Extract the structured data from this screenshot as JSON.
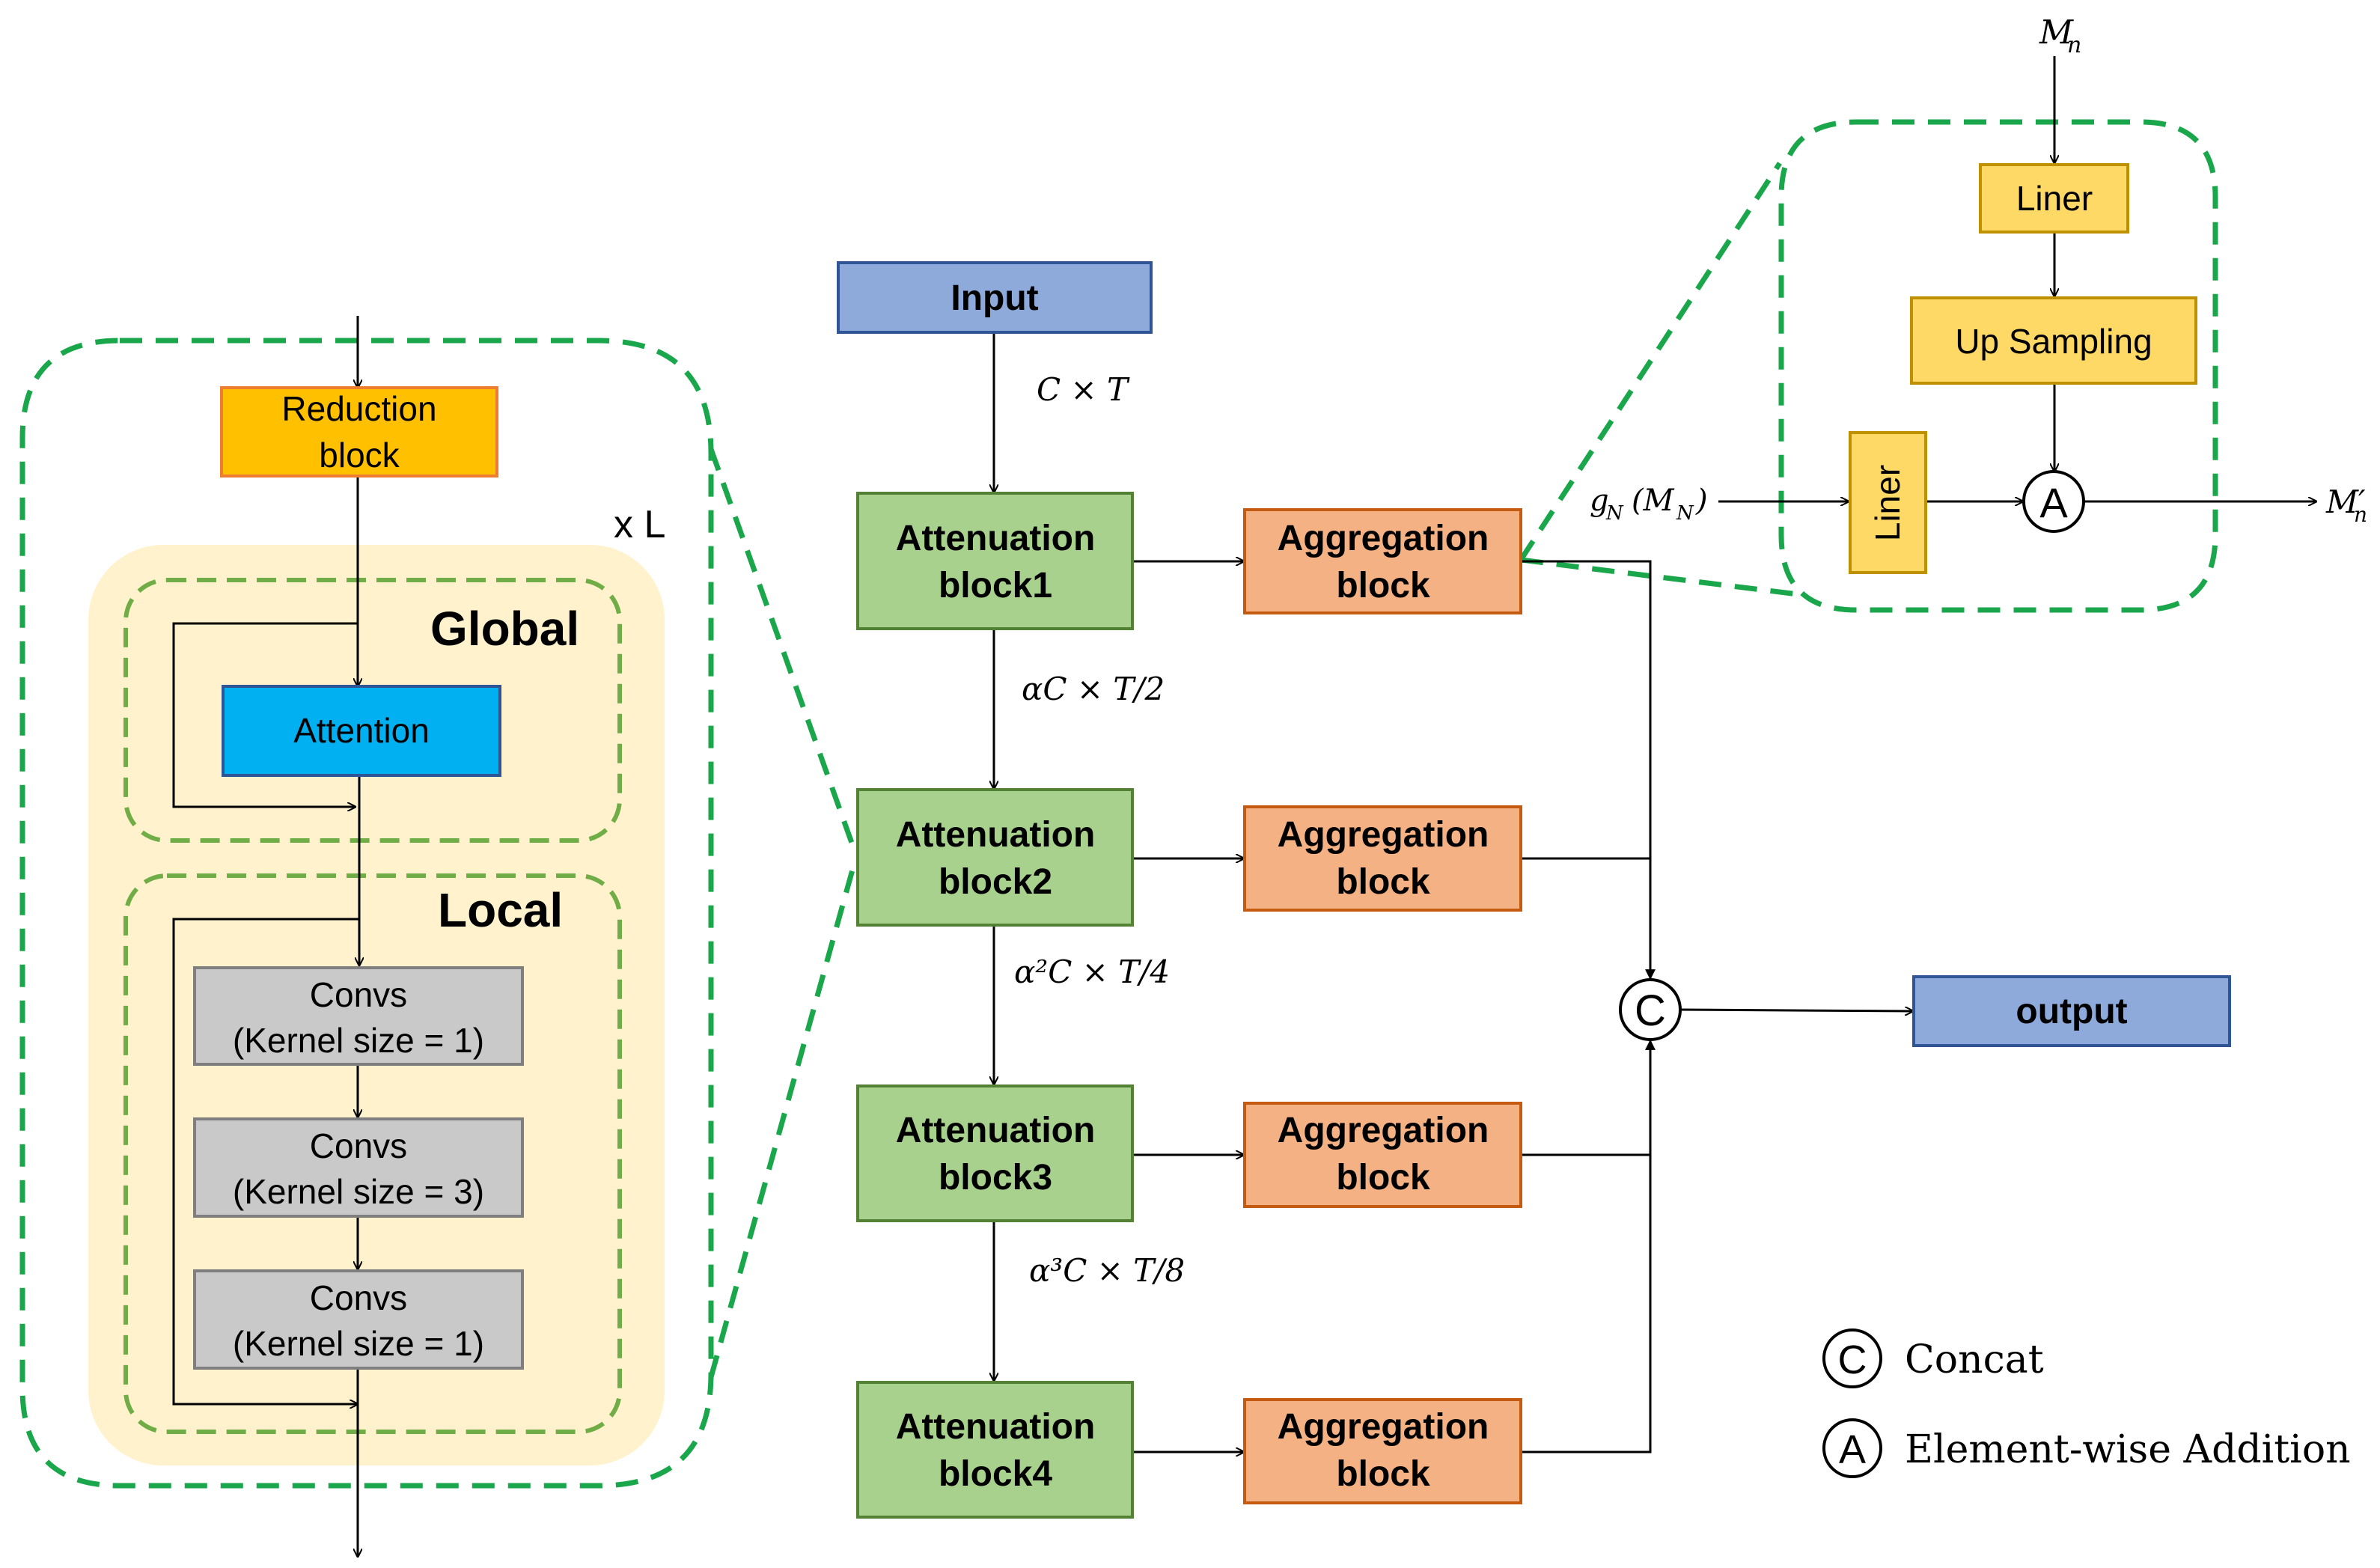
{
  "colors": {
    "input_fill": "#8eaadb",
    "input_stroke": "#2f5597",
    "attenuation_fill": "#a9d18e",
    "attenuation_stroke": "#548235",
    "aggregation_fill": "#f4b183",
    "aggregation_stroke": "#c55a11",
    "reduction_fill": "#ffc000",
    "reduction_stroke": "#ed7d31",
    "attention_fill": "#00b0f0",
    "attention_stroke": "#2f5597",
    "convs_fill": "#c9c9c9",
    "convs_stroke": "#7f7f7f",
    "liner_fill": "#ffd966",
    "liner_stroke": "#bf9000",
    "highlight_bg": "#fff2cc",
    "dashed_green": "#1aa64a",
    "dashed_inner": "#70ad47"
  },
  "main": {
    "input": "Input",
    "output": "output",
    "attenuation_blocks": [
      {
        "line1": "Attenuation",
        "line2": "block1"
      },
      {
        "line1": "Attenuation",
        "line2": "block2"
      },
      {
        "line1": "Attenuation",
        "line2": "block3"
      },
      {
        "line1": "Attenuation",
        "line2": "block4"
      }
    ],
    "aggregation_blocks": [
      {
        "line1": "Aggregation",
        "line2": "block"
      },
      {
        "line1": "Aggregation",
        "line2": "block"
      },
      {
        "line1": "Aggregation",
        "line2": "block"
      },
      {
        "line1": "Aggregation",
        "line2": "block"
      }
    ],
    "dim_labels": [
      "C × T",
      "αC × T/2",
      "α²C × T/4",
      "α³C × T/8"
    ],
    "concat_symbol": "C"
  },
  "detail_left": {
    "reduction_line1": "Reduction",
    "reduction_line2": "block",
    "repeat_label": "x L",
    "global_label": "Global",
    "attention_label": "Attention",
    "local_label": "Local",
    "convs": [
      {
        "line1": "Convs",
        "line2": "(Kernel size = 1)"
      },
      {
        "line1": "Convs",
        "line2": "(Kernel size = 3)"
      },
      {
        "line1": "Convs",
        "line2": "(Kernel size = 1)"
      }
    ]
  },
  "detail_right": {
    "input_label": "M",
    "input_sub": "n",
    "liner_top": "Liner",
    "upsampling": "Up Sampling",
    "liner_side": "Liner",
    "g_label": "g",
    "g_sub": "N",
    "g_arg": "(M",
    "g_arg_sub": "N",
    "g_close": ")",
    "add_symbol": "A",
    "output_label": "M′",
    "output_sub": "n"
  },
  "legend": {
    "concat_symbol": "C",
    "concat_label": "Concat",
    "add_symbol": "A",
    "add_label": "Element-wise Addition"
  }
}
